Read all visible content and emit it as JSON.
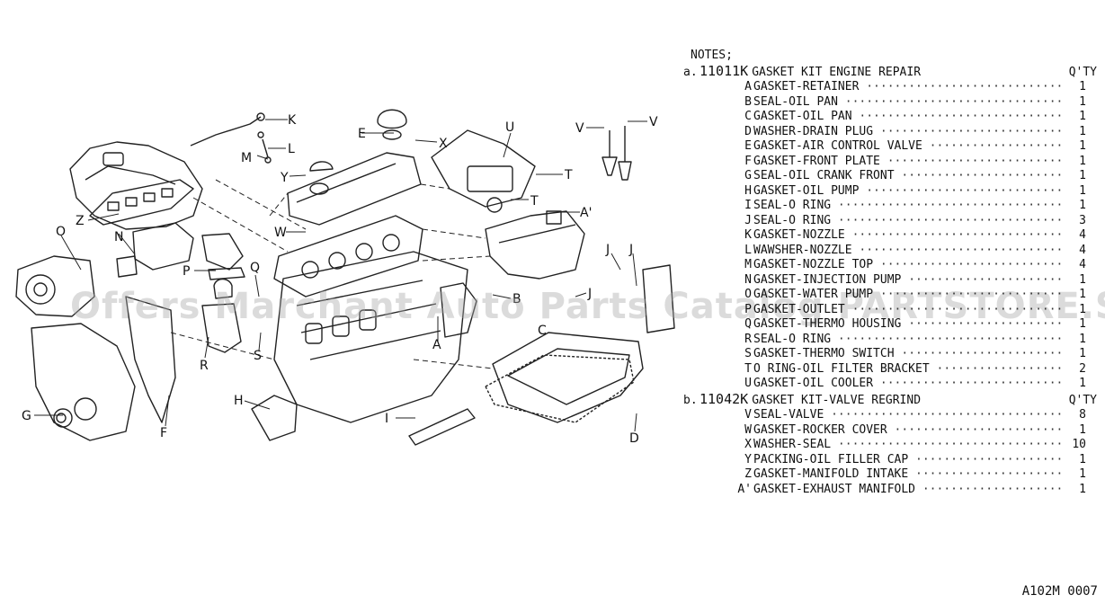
{
  "watermark": "Offers Marchant Auto Parts Catalog PARTSTORE.SA",
  "diagram": {
    "labels": [
      "K",
      "L",
      "M",
      "E",
      "X",
      "Y",
      "U",
      "T",
      "T",
      "V",
      "V",
      "A'",
      "W",
      "Z",
      "N",
      "O",
      "P",
      "Q",
      "J",
      "J",
      "J",
      "B",
      "C",
      "A",
      "R",
      "S",
      "H",
      "I",
      "G",
      "F",
      "D"
    ]
  },
  "notes": {
    "title": "NOTES;",
    "kits": [
      {
        "prefix": "a.",
        "code": "11011K",
        "name": "GASKET KIT ENGINE REPAIR",
        "qty_header": "Q'TY",
        "items": [
          {
            "letter": "A",
            "name": "GASKET-RETAINER",
            "qty": "1"
          },
          {
            "letter": "B",
            "name": "SEAL-OIL PAN",
            "qty": "1"
          },
          {
            "letter": "C",
            "name": "GASKET-OIL PAN",
            "qty": "1"
          },
          {
            "letter": "D",
            "name": "WASHER-DRAIN PLUG",
            "qty": "1"
          },
          {
            "letter": "E",
            "name": "GASKET-AIR CONTROL VALVE",
            "qty": "1"
          },
          {
            "letter": "F",
            "name": "GASKET-FRONT PLATE",
            "qty": "1"
          },
          {
            "letter": "G",
            "name": "SEAL-OIL CRANK FRONT",
            "qty": "1"
          },
          {
            "letter": "H",
            "name": "GASKET-OIL PUMP",
            "qty": "1"
          },
          {
            "letter": "I",
            "name": "SEAL-O RING",
            "qty": "1"
          },
          {
            "letter": "J",
            "name": "SEAL-O RING",
            "qty": "3"
          },
          {
            "letter": "K",
            "name": "GASKET-NOZZLE",
            "qty": "4"
          },
          {
            "letter": "L",
            "name": "WAWSHER-NOZZLE",
            "qty": "4"
          },
          {
            "letter": "M",
            "name": "GASKET-NOZZLE TOP",
            "qty": "4"
          },
          {
            "letter": "N",
            "name": "GASKET-INJECTION PUMP",
            "qty": "1"
          },
          {
            "letter": "O",
            "name": "GASKET-WATER PUMP",
            "qty": "1"
          },
          {
            "letter": "P",
            "name": "GASKET-OUTLET",
            "qty": "1"
          },
          {
            "letter": "Q",
            "name": "GASKET-THERMO HOUSING",
            "qty": "1"
          },
          {
            "letter": "R",
            "name": "SEAL-O RING",
            "qty": "1"
          },
          {
            "letter": "S",
            "name": "GASKET-THERMO SWITCH",
            "qty": "1"
          },
          {
            "letter": "T",
            "name": "O RING-OIL FILTER BRACKET",
            "qty": "2"
          },
          {
            "letter": "U",
            "name": "GASKET-OIL COOLER",
            "qty": "1"
          }
        ]
      },
      {
        "prefix": "b.",
        "code": "11042K",
        "name": "GASKET KIT-VALVE REGRIND",
        "qty_header": "Q'TY",
        "items": [
          {
            "letter": "V",
            "name": "SEAL-VALVE",
            "qty": "8"
          },
          {
            "letter": "W",
            "name": "GASKET-ROCKER COVER",
            "qty": "1"
          },
          {
            "letter": "X",
            "name": "WASHER-SEAL",
            "qty": "10"
          },
          {
            "letter": "Y",
            "name": "PACKING-OIL FILLER CAP",
            "qty": "1"
          },
          {
            "letter": "Z",
            "name": "GASKET-MANIFOLD INTAKE",
            "qty": "1"
          },
          {
            "letter": "A'",
            "name": "GASKET-EXHAUST MANIFOLD",
            "qty": "1"
          }
        ]
      }
    ]
  },
  "footer": {
    "code": "A102M 0007"
  }
}
